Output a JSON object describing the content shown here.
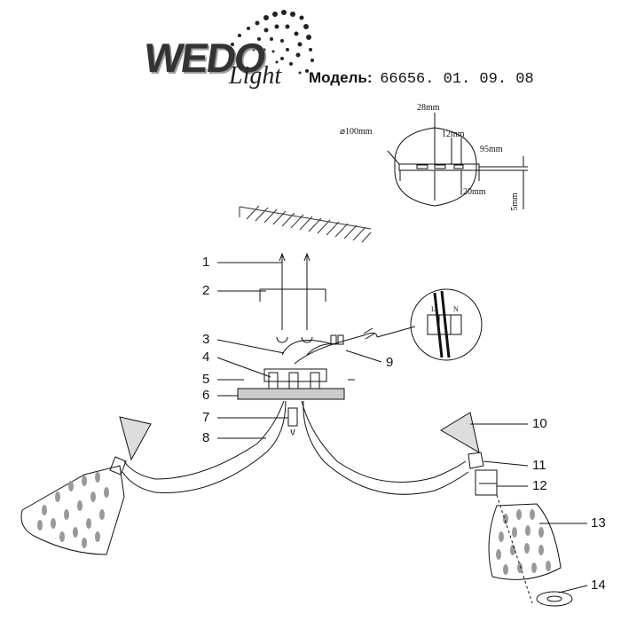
{
  "brand": {
    "name": "WEDO",
    "sub": "Light"
  },
  "model": {
    "label": "Модель:",
    "value": "66656. 01. 09. 08"
  },
  "dimensions": {
    "diameter": "⌀100mm",
    "d28": "28mm",
    "d12": "12mm",
    "d95": "95mm",
    "d20": "20mm",
    "d5": "5mm"
  },
  "wiring": {
    "l": "L",
    "n": "N"
  },
  "callouts": [
    "1",
    "2",
    "3",
    "4",
    "5",
    "6",
    "7",
    "8",
    "9",
    "10",
    "11",
    "12",
    "13",
    "14"
  ]
}
